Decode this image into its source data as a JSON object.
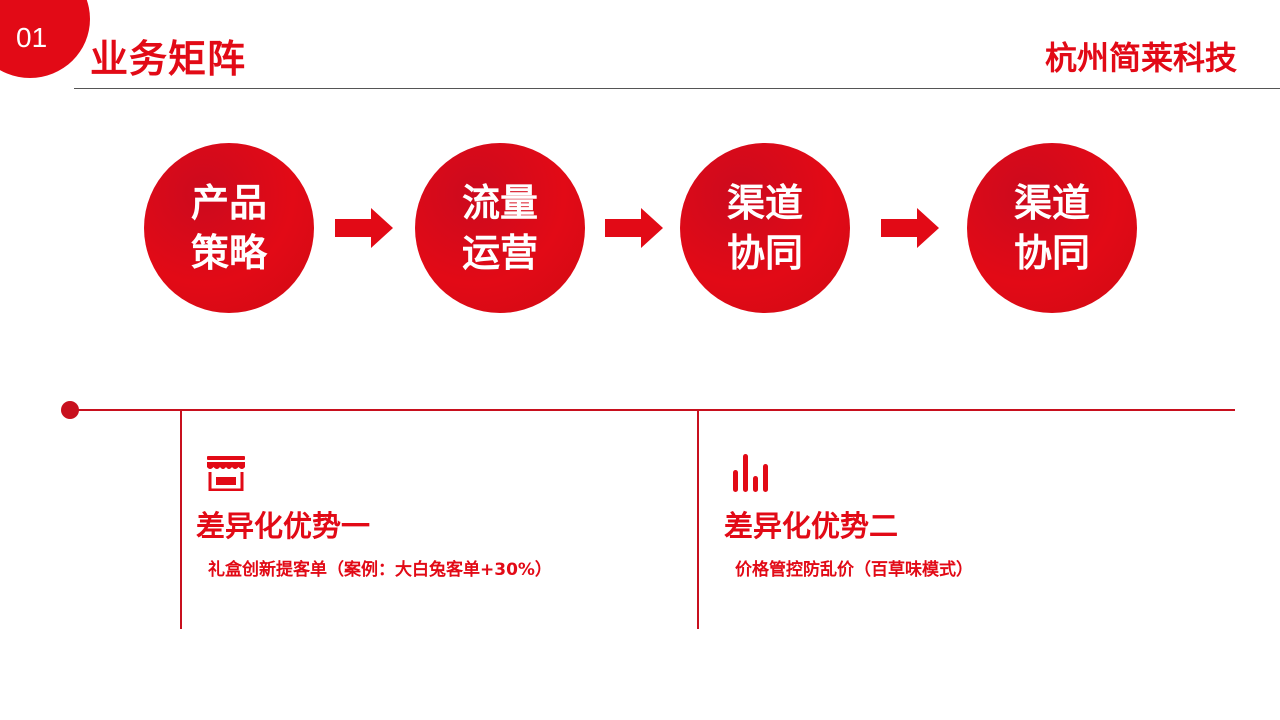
{
  "header": {
    "slide_number": "01",
    "title": "业务矩阵",
    "company": "杭州简莱科技"
  },
  "flow": {
    "steps": [
      {
        "line1": "产品",
        "line2": "策略"
      },
      {
        "line1": "流量",
        "line2": "运营"
      },
      {
        "line1": "渠道",
        "line2": "协同"
      },
      {
        "line1": "渠道",
        "line2": "协同"
      }
    ]
  },
  "advantages": [
    {
      "icon": "store-icon",
      "title": "差异化优势一",
      "description": "礼盒创新提客单（案例：大白兔客单+30%）"
    },
    {
      "icon": "bar-chart-icon",
      "title": "差异化优势二",
      "description": "价格管控防乱价（百草味模式）"
    }
  ],
  "colors": {
    "accent": "#e20a16",
    "rule_dark": "#555555",
    "line_red": "#c8101e"
  }
}
